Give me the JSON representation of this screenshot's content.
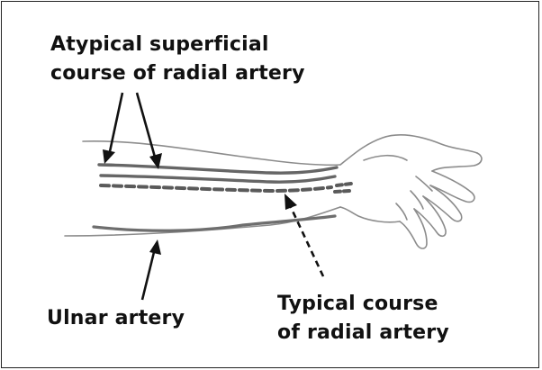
{
  "labels": {
    "atypical": [
      "Atypical superficial",
      "course of radial artery"
    ],
    "ulnar": "Ulnar artery",
    "typical": [
      "Typical course",
      "of radial artery"
    ]
  },
  "colors": {
    "outline": "#8c8c8c",
    "radial_superficial": "#666666",
    "radial_typical": "#5a5a5a",
    "ulnar": "#6e6e6e",
    "arrow": "#111111",
    "text": "#111111"
  }
}
